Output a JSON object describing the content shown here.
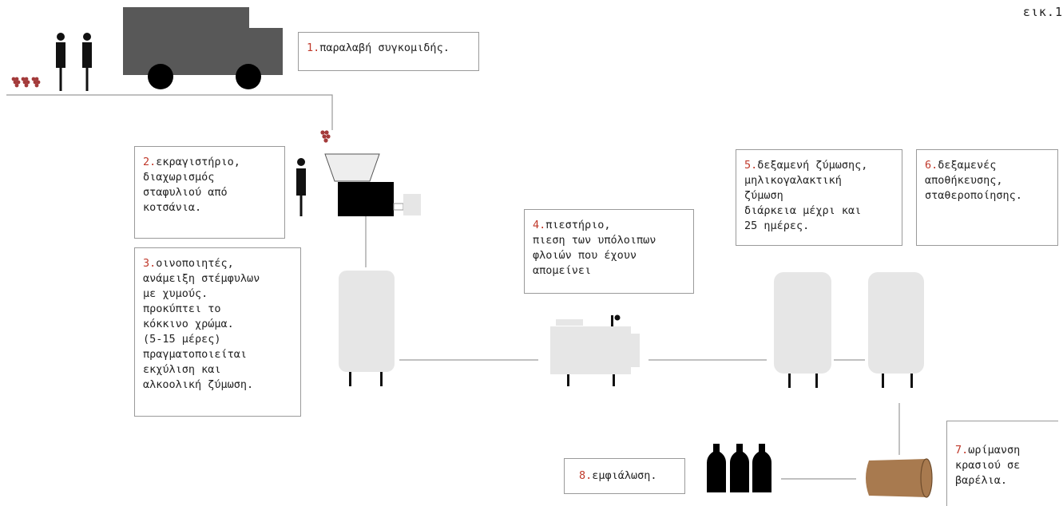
{
  "figure_tag": "εικ.1",
  "steps": [
    {
      "num": "1.",
      "text": "παραλαβή συγκομιδής."
    },
    {
      "num": "2.",
      "text": "εκραγιστήριο,\nδιαχωρισμός\nσταφυλιού από\nκοτσάνια."
    },
    {
      "num": "3.",
      "text": "οινοποιητές,\nανάμειξη στέμφυλων\nμε χυμούς.\nπροκύπτει το\nκόκκινο χρώμα.\n(5-15 μέρες)\nπραγματοποιείται\nεκχύλιση και\nαλκοολική ζύμωση."
    },
    {
      "num": "4.",
      "text": "πιεστήριο,\nπιεση των υπόλοιπων\nφλοιών που έχουν\nαπομείνει"
    },
    {
      "num": "5.",
      "text": "δεξαμενή ζύμωσης,\nμηλικογαλακτική\nζύμωση\nδιάρκεια μέχρι και\n25 ημέρες."
    },
    {
      "num": "6.",
      "text": "δεξαμενές\nαποθήκευσης,\nσταθεροποίησης."
    },
    {
      "num": "7.",
      "text": "ωρίμανση\nκρασιού σε\nβαρέλια."
    },
    {
      "num": "8.",
      "text": "εμφιάλωση."
    }
  ],
  "colors": {
    "step_number": "#c0392b",
    "truck": "#585858",
    "tank": "#e6e6e6",
    "barrel": "#a87a4f",
    "grapes": "#a33a3a",
    "ink": "#111111",
    "line": "#9a9a9a"
  }
}
